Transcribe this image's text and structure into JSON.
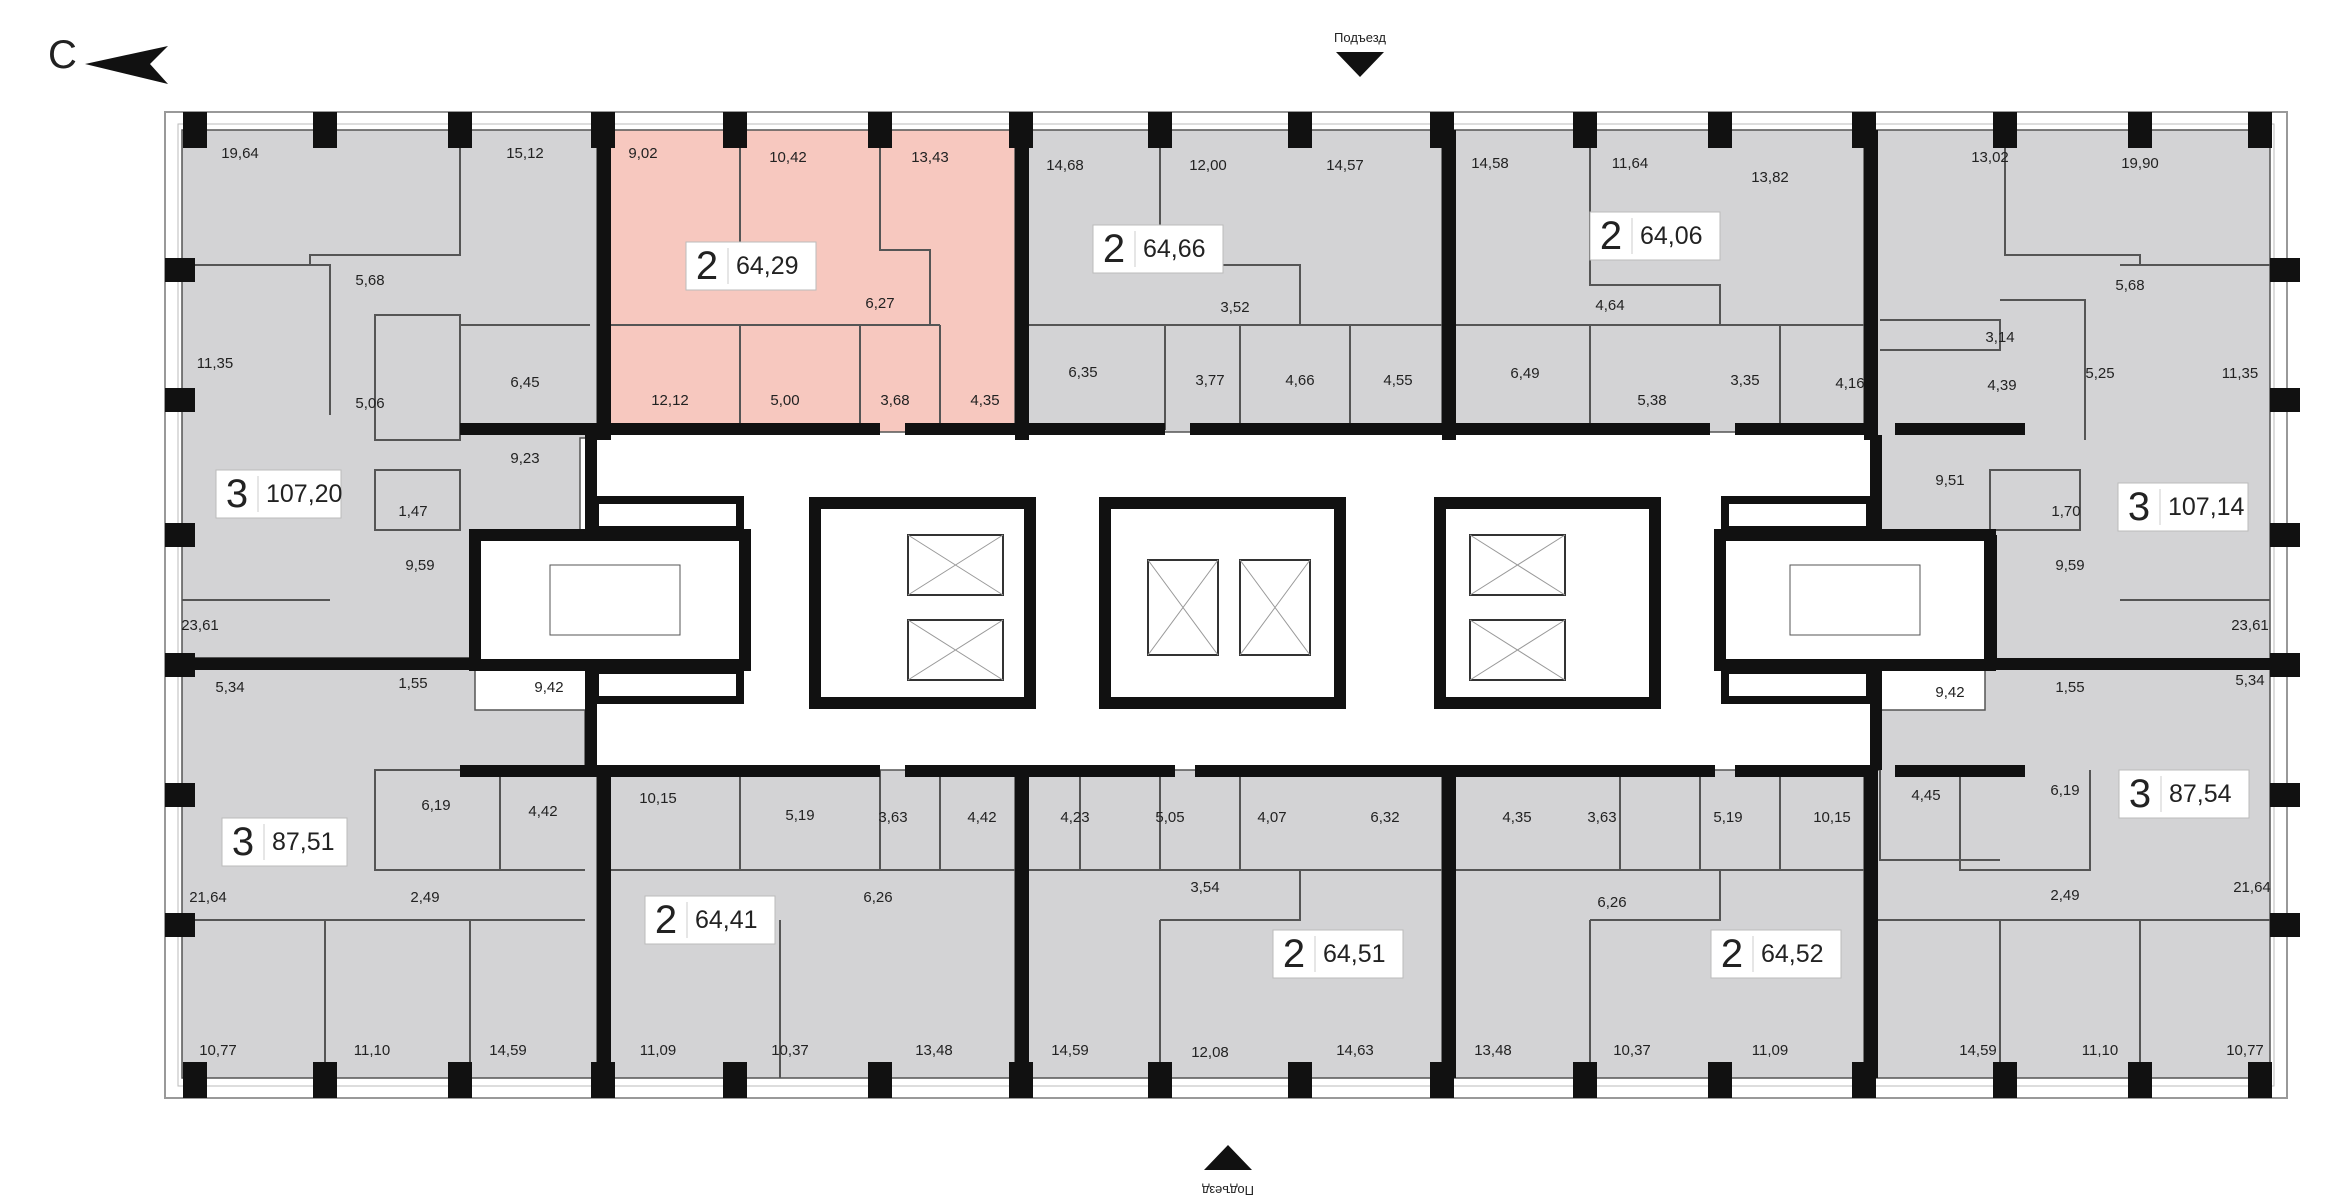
{
  "compass": {
    "north_letter": "С"
  },
  "entrances": {
    "top": "Подъезд",
    "bottom": "Подъезд"
  },
  "colors": {
    "apartment_fill": "#d3d3d5",
    "selected_fill": "#f7c8bf",
    "wall": "#111111",
    "corridor": "#ffffff"
  },
  "selected_apartment": 1,
  "apartments": [
    {
      "id": 0,
      "rooms": "3",
      "area": "107,20"
    },
    {
      "id": 1,
      "rooms": "2",
      "area": "64,29"
    },
    {
      "id": 2,
      "rooms": "2",
      "area": "64,66"
    },
    {
      "id": 3,
      "rooms": "2",
      "area": "64,06"
    },
    {
      "id": 4,
      "rooms": "3",
      "area": "107,14"
    },
    {
      "id": 5,
      "rooms": "3",
      "area": "87,51"
    },
    {
      "id": 6,
      "rooms": "2",
      "area": "64,41"
    },
    {
      "id": 7,
      "rooms": "2",
      "area": "64,51"
    },
    {
      "id": 8,
      "rooms": "2",
      "area": "64,52"
    },
    {
      "id": 9,
      "rooms": "3",
      "area": "87,54"
    }
  ],
  "room_areas": [
    "19,64",
    "15,12",
    "9,02",
    "10,42",
    "13,43",
    "14,68",
    "12,00",
    "14,57",
    "14,58",
    "11,64",
    "13,82",
    "13,02",
    "19,90",
    "5,68",
    "6,27",
    "3,52",
    "4,64",
    "5,68",
    "11,35",
    "5,06",
    "6,45",
    "12,12",
    "5,00",
    "3,68",
    "4,35",
    "6,35",
    "3,77",
    "4,66",
    "4,55",
    "6,49",
    "5,38",
    "3,35",
    "4,16",
    "3,14",
    "4,39",
    "5,25",
    "11,35",
    "9,23",
    "9,51",
    "1,47",
    "1,70",
    "9,59",
    "9,59",
    "23,61",
    "23,61",
    "5,34",
    "1,55",
    "9,42",
    "9,42",
    "1,55",
    "5,34",
    "10,15",
    "5,19",
    "3,63",
    "4,42",
    "4,23",
    "5,05",
    "4,07",
    "6,32",
    "4,35",
    "3,63",
    "5,19",
    "10,15",
    "4,45",
    "6,19",
    "6,19",
    "4,42",
    "3,54",
    "6,26",
    "6,26",
    "2,49",
    "2,49",
    "21,64",
    "21,64",
    "10,77",
    "11,10",
    "14,59",
    "11,09",
    "10,37",
    "13,48",
    "14,59",
    "12,08",
    "14,63",
    "13,48",
    "10,37",
    "11,09",
    "14,59",
    "11,10",
    "10,77"
  ]
}
